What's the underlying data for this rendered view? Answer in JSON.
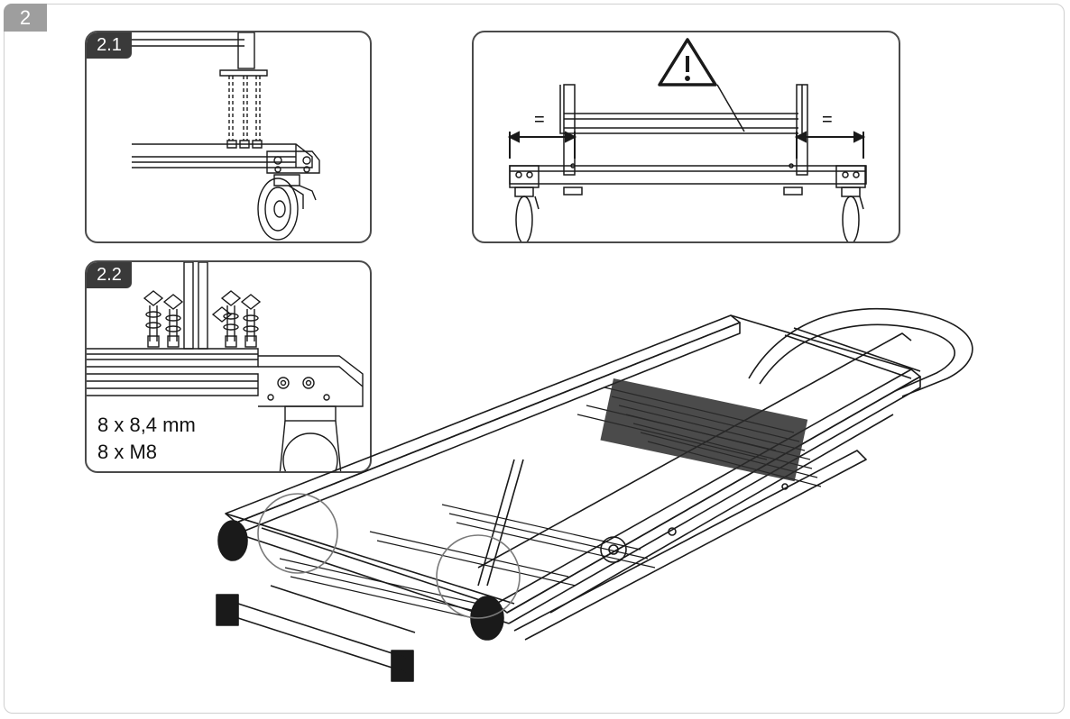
{
  "step": {
    "number": "2"
  },
  "detail_2_1": {
    "label": "2.1",
    "drawing": "caster-bolt-insertion"
  },
  "warning": {
    "icon": "warning-triangle-icon",
    "equal_marks": [
      "=",
      "="
    ]
  },
  "detail_2_2": {
    "label": "2.2",
    "hardware": [
      "8 x 8,4 mm",
      "8 x M8"
    ]
  },
  "main": {
    "drawing": "platform-trolley-isometric"
  },
  "colors": {
    "badge_step": "#9e9e9e",
    "badge_detail": "#3a3a3a",
    "line": "#1a1a1a",
    "frame": "#cfcfcf"
  }
}
